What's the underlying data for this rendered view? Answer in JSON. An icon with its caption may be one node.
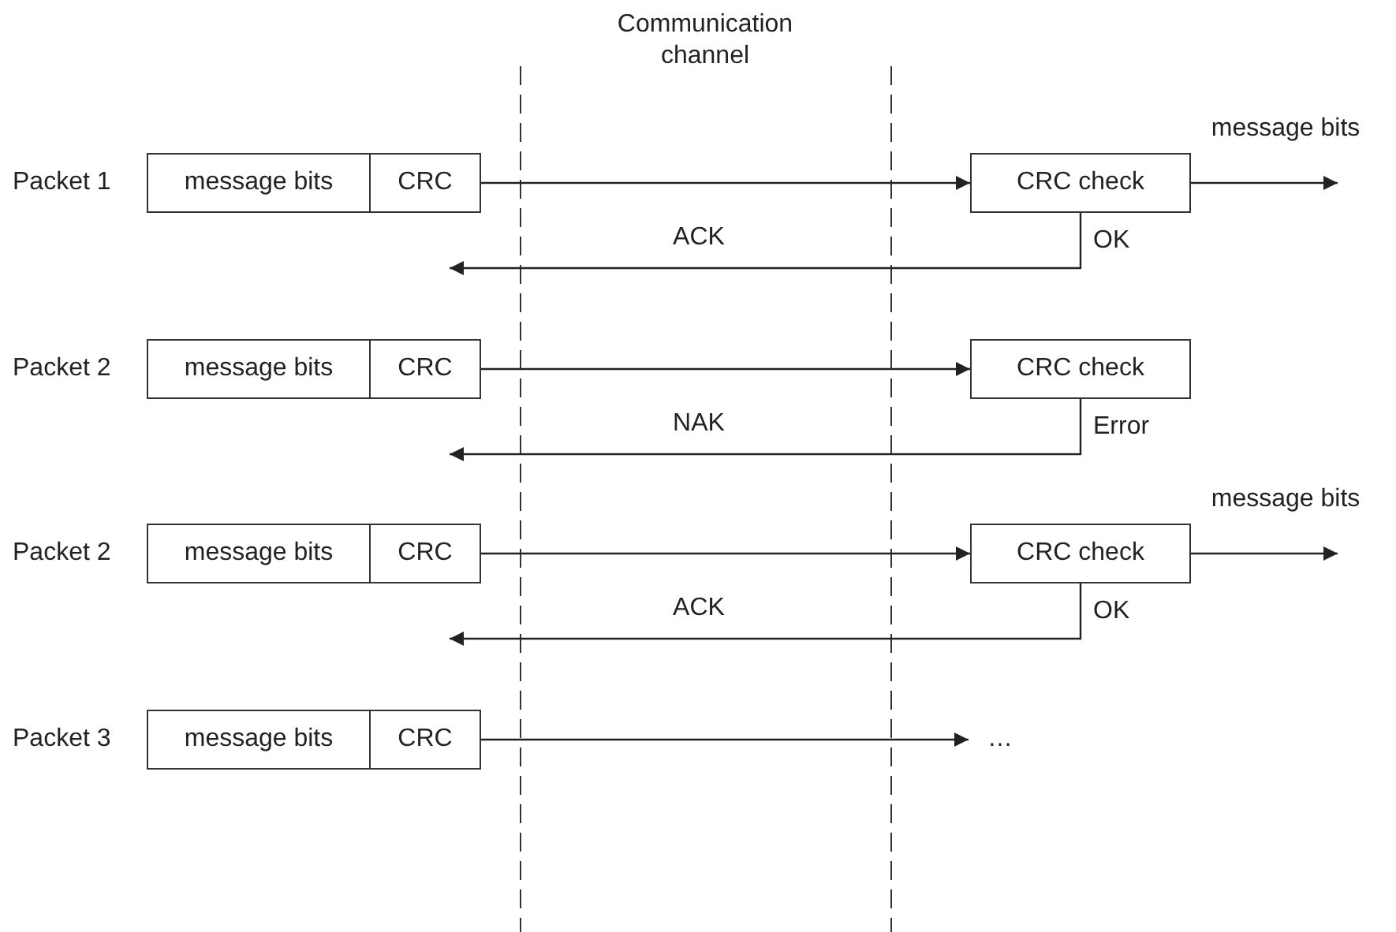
{
  "diagram": {
    "nodes": [
      {
        "text": [
          "message bits"
        ],
        "beside": [
          "Packet 1"
        ]
      },
      {
        "text": [
          "CRC"
        ]
      },
      {
        "text": [
          "CRC check"
        ],
        "beside": [
          "OK"
        ]
      },
      {
        "text": [
          "message bits"
        ],
        "beside": [
          "Packet 2"
        ]
      },
      {
        "text": [
          "CRC"
        ]
      },
      {
        "text": [
          "CRC check"
        ],
        "beside": [
          "Error"
        ]
      },
      {
        "text": [
          "message bits"
        ],
        "beside": [
          "Packet 2"
        ]
      },
      {
        "text": [
          "CRC"
        ]
      },
      {
        "text": [
          "CRC check"
        ],
        "beside": [
          "OK"
        ]
      },
      {
        "text": [
          "message bits"
        ],
        "beside": [
          "Packet 3"
        ]
      },
      {
        "text": [
          "CRC"
        ]
      },
      {
        "text": [
          "…"
        ]
      }
    ],
    "edges": [
      {
        "from": 1,
        "to": 2,
        "arrow": "to"
      },
      {
        "from": 2,
        "to": null,
        "arrow": "to",
        "label": "message bits"
      },
      {
        "from": 2,
        "to": null,
        "arrow": "to",
        "label": "ACK"
      },
      {
        "from": 4,
        "to": 5,
        "arrow": "to"
      },
      {
        "from": 5,
        "to": null,
        "arrow": "to",
        "label": "NAK"
      },
      {
        "from": 7,
        "to": 8,
        "arrow": "to"
      },
      {
        "from": 8,
        "to": null,
        "arrow": "to",
        "label": "message bits"
      },
      {
        "from": 8,
        "to": null,
        "arrow": "to",
        "label": "ACK"
      },
      {
        "from": 10,
        "to": 11,
        "arrow": "to"
      }
    ],
    "labels": [
      "Communication channel"
    ]
  }
}
